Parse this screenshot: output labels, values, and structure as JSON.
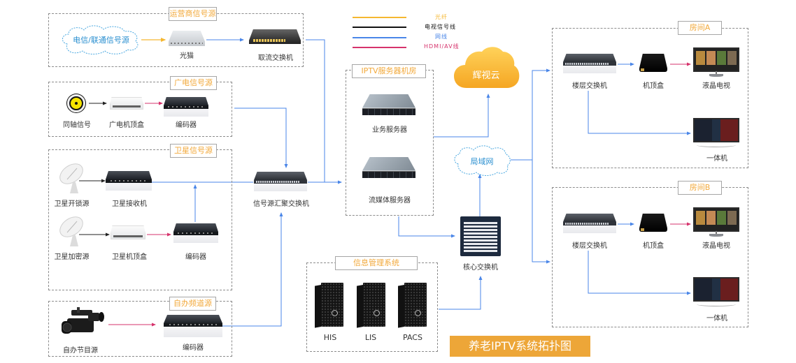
{
  "diagram": {
    "title": "养老IPTV系统拓扑图",
    "accent_color": "#eda638",
    "group_title_color": "#f2a93b"
  },
  "legend": [
    {
      "label": "光纤",
      "color": "#f5b731"
    },
    {
      "label": "电视信号线",
      "color": "#111111"
    },
    {
      "label": "网线",
      "color": "#4a86e8"
    },
    {
      "label": "HDMI/AV线",
      "color": "#d6336c"
    }
  ],
  "groups": {
    "operator": {
      "title": "运营商信号源",
      "cloud_label": "电信/联通信号源",
      "modem_label": "光猫",
      "switch_label": "取流交换机"
    },
    "cable": {
      "title": "广电信号源",
      "coax_label": "同轴信号",
      "stb_label": "广电机顶盒",
      "encoder_label": "编码器"
    },
    "satellite": {
      "title": "卫星信号源",
      "dish1_label": "卫星开锁源",
      "receiver_label": "卫星接收机",
      "dish2_label": "卫星加密源",
      "stb_label": "卫星机顶盒",
      "encoder_label": "编码器"
    },
    "selfmade": {
      "title": "自办频道源",
      "camera_label": "自办节目源",
      "encoder_label": "编码器"
    },
    "iptv_room": {
      "title": "IPTV服务器机房",
      "server1_label": "业务服务器",
      "server2_label": "流媒体服务器"
    },
    "his": {
      "title": "信息管理系统",
      "pcs": [
        "HIS",
        "LIS",
        "PACS"
      ]
    },
    "room_a": {
      "title": "房间A",
      "switch_label": "楼层交换机",
      "stb_label": "机顶盒",
      "tv_label": "液晶电视",
      "aio_label": "一体机"
    },
    "room_b": {
      "title": "房间B",
      "switch_label": "楼层交换机",
      "stb_label": "机顶盒",
      "tv_label": "液晶电视",
      "aio_label": "一体机"
    }
  },
  "nodes": {
    "aggregation_switch_label": "信号源汇聚交换机",
    "cloud_label": "辉视云",
    "lan_label": "局域网",
    "core_switch_label": "核心交换机"
  }
}
